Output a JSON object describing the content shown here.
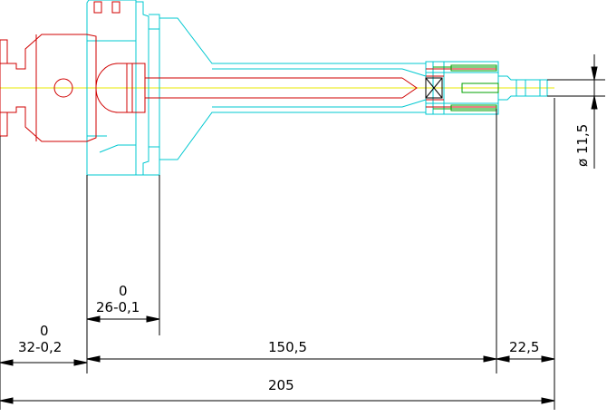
{
  "colors": {
    "outline": "#00c8d0",
    "collet": "#d00000",
    "centerline": "#e8e800",
    "dimension": "#000000",
    "thread": "#00a000"
  },
  "dimensions": {
    "tol_a_upper": "0",
    "tol_a_value": "26-0,1",
    "tol_b_upper": "0",
    "tol_b_value": "32-0,2",
    "len_middle": "150,5",
    "len_right": "22,5",
    "len_total": "205",
    "diameter": "ø 11,5"
  }
}
